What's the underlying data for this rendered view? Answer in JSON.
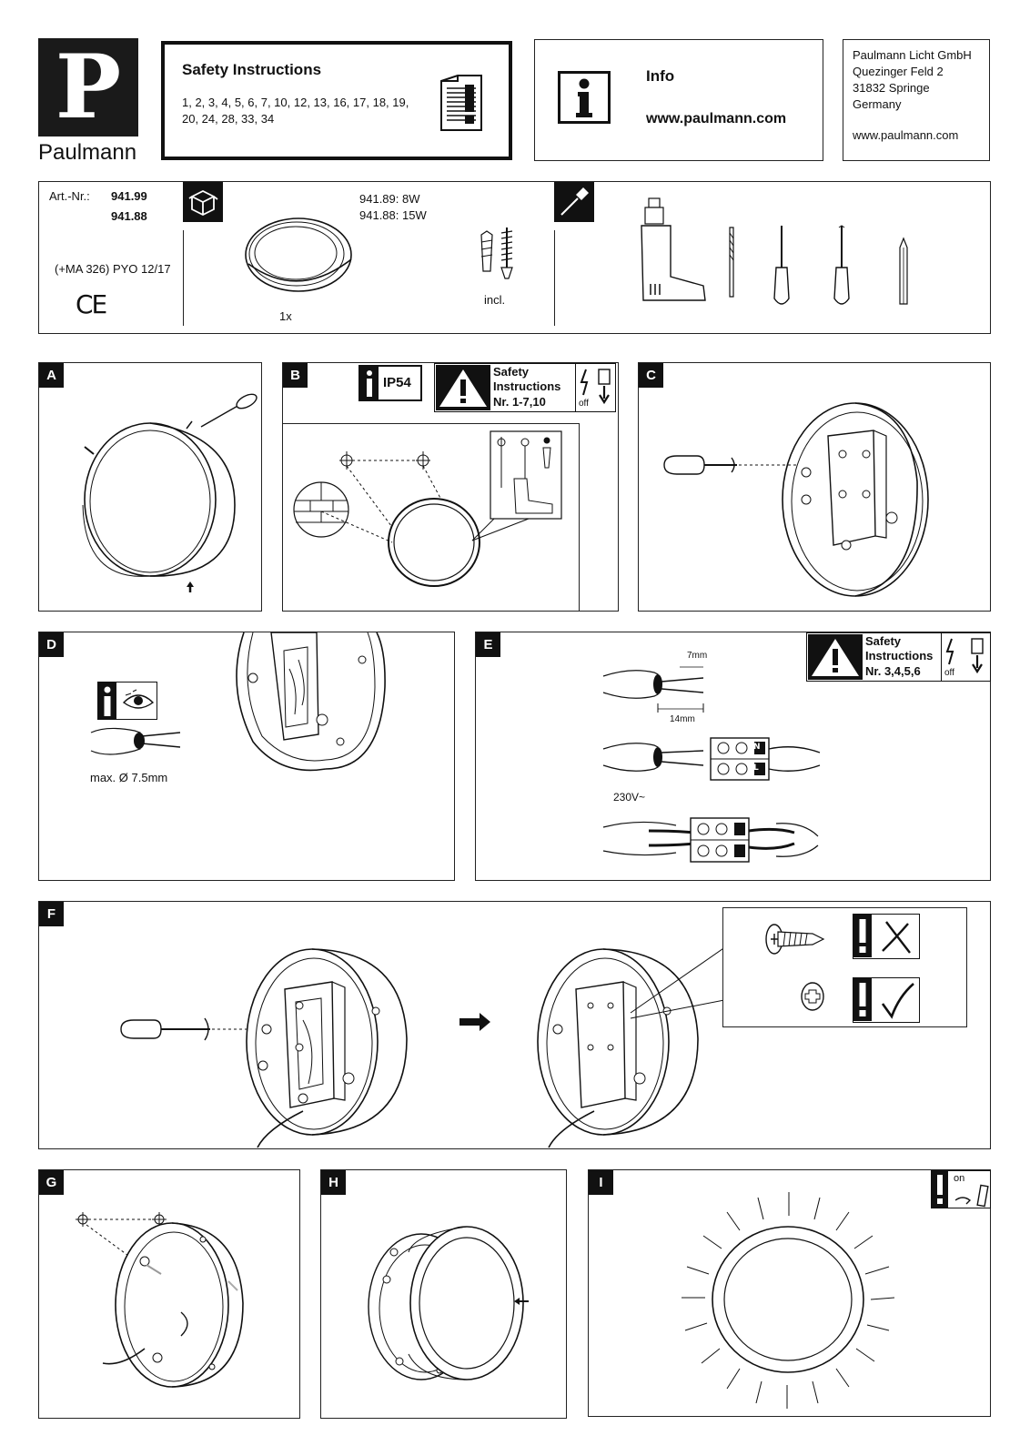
{
  "brand": {
    "letter": "P",
    "name": "Paulmann"
  },
  "safety": {
    "title": "Safety Instructions",
    "line1": "1, 2, 3, 4, 5, 6, 7, 10, 12, 13, 16, 17, 18, 19,",
    "line2": "20, 24, 28, 33, 34"
  },
  "info": {
    "title": "Info",
    "url": "www.paulmann.com"
  },
  "address": {
    "line1": "Paulmann Licht GmbH",
    "line2": "Quezinger Feld 2",
    "line3": "31832 Springe",
    "line4": "Germany",
    "url": "www.paulmann.com"
  },
  "article": {
    "label": "Art.-Nr.:",
    "num1": "941.99",
    "num2": "941.88",
    "code": "(+MA 326) PYO 12/17",
    "ce": "CE",
    "qty": "1x",
    "variant1": "941.89:  8W",
    "variant2": "941.88: 15W",
    "incl": "incl."
  },
  "steps": {
    "a": "A",
    "b": "B",
    "c": "C",
    "d": "D",
    "e": "E",
    "f": "F",
    "g": "G",
    "h": "H",
    "i": "I"
  },
  "stepB": {
    "ip": "IP54",
    "safety1": "Safety",
    "safety2": "Instructions",
    "nr": "Nr. 1-7,10",
    "off": "off"
  },
  "stepD": {
    "cable": "max. Ø 7.5mm"
  },
  "stepE": {
    "safety1": "Safety",
    "safety2": "Instructions",
    "nr": "Nr. 3,4,5,6",
    "off": "off",
    "strip1": "7mm",
    "strip2": "14mm",
    "voltage": "230V~",
    "n": "N",
    "l": "L"
  },
  "stepI": {
    "on": "on"
  }
}
